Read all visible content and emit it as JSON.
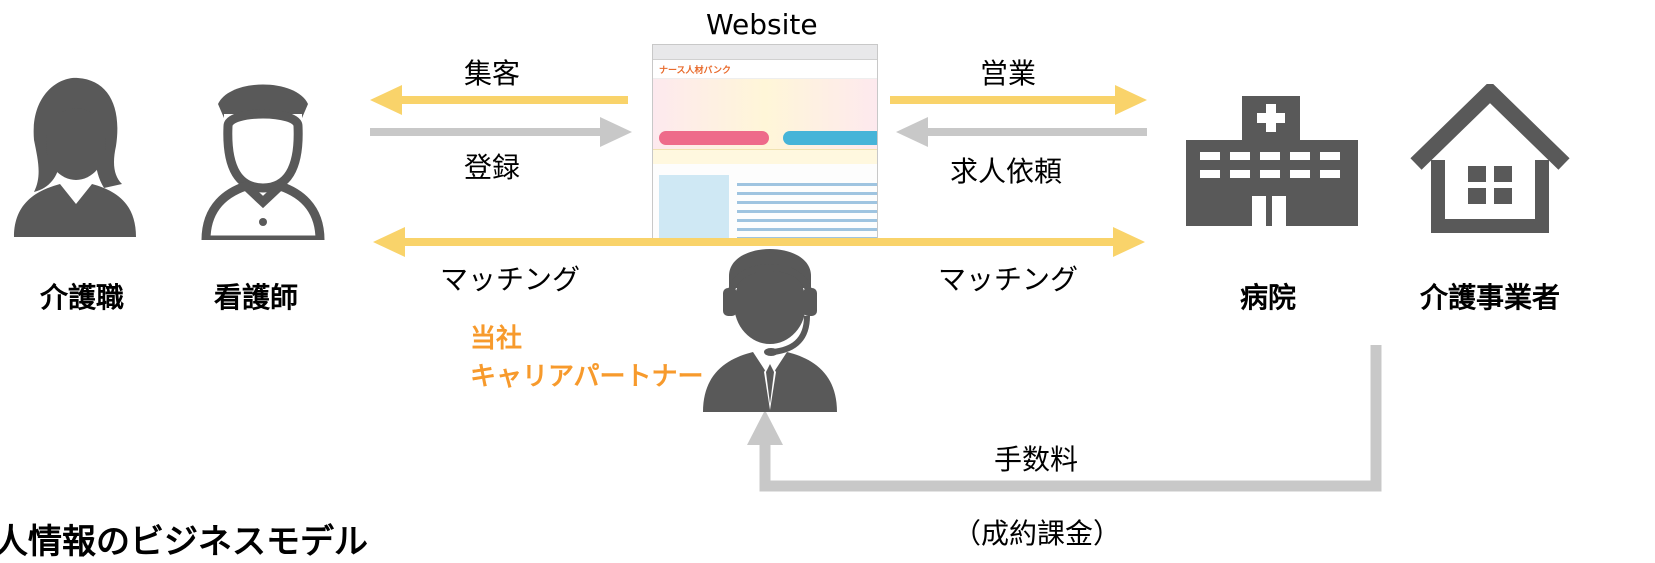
{
  "website": {
    "label": "Website"
  },
  "arrows_left": {
    "top_label": "集客",
    "bottom_label": "登録"
  },
  "arrows_right": {
    "top_label": "営業",
    "bottom_label": "求人依頼"
  },
  "matching": {
    "left_label": "マッチング",
    "right_label": "マッチング"
  },
  "roles": {
    "care_worker": "介護職",
    "nurse": "看護師",
    "hospital": "病院",
    "care_provider": "介護事業者"
  },
  "company": {
    "line1": "当社",
    "line2": "キャリアパートナー"
  },
  "fee": {
    "line1": "手数料",
    "line2": "（成約課金）"
  },
  "page_caption": "人情報のビジネスモデル",
  "colors": {
    "yellow_arrow": "#F9D36A",
    "gray_arrow": "#C8C8C8",
    "icon": "#595959",
    "orange_text": "#F79A2C"
  }
}
